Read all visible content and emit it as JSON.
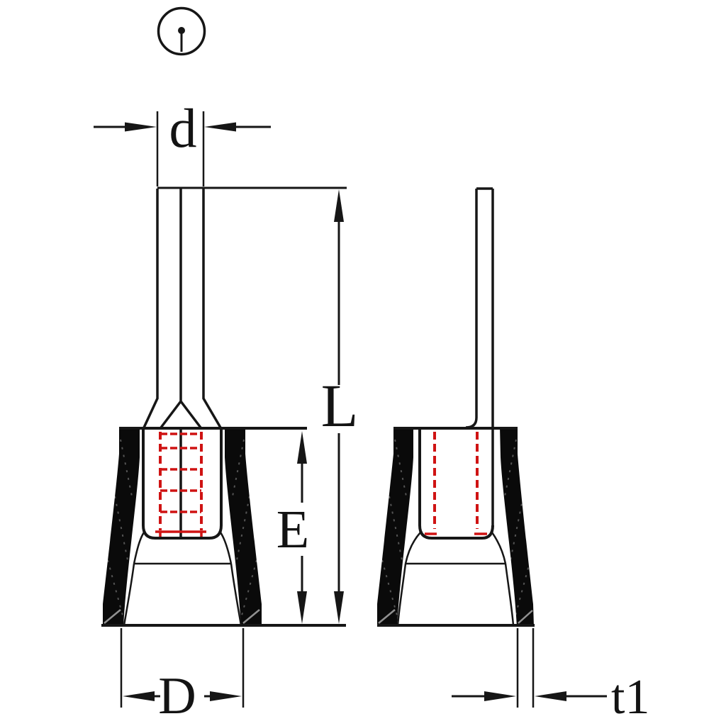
{
  "drawing": {
    "type": "engineering-drawing",
    "labels": {
      "d": "d",
      "L": "L",
      "E": "E",
      "D": "D",
      "t1": "t1"
    },
    "colors": {
      "line": "#161616",
      "hidden_detail_red": "#cf1313",
      "insulation_fill": "#0a0a0a",
      "background": "#ffffff"
    }
  }
}
